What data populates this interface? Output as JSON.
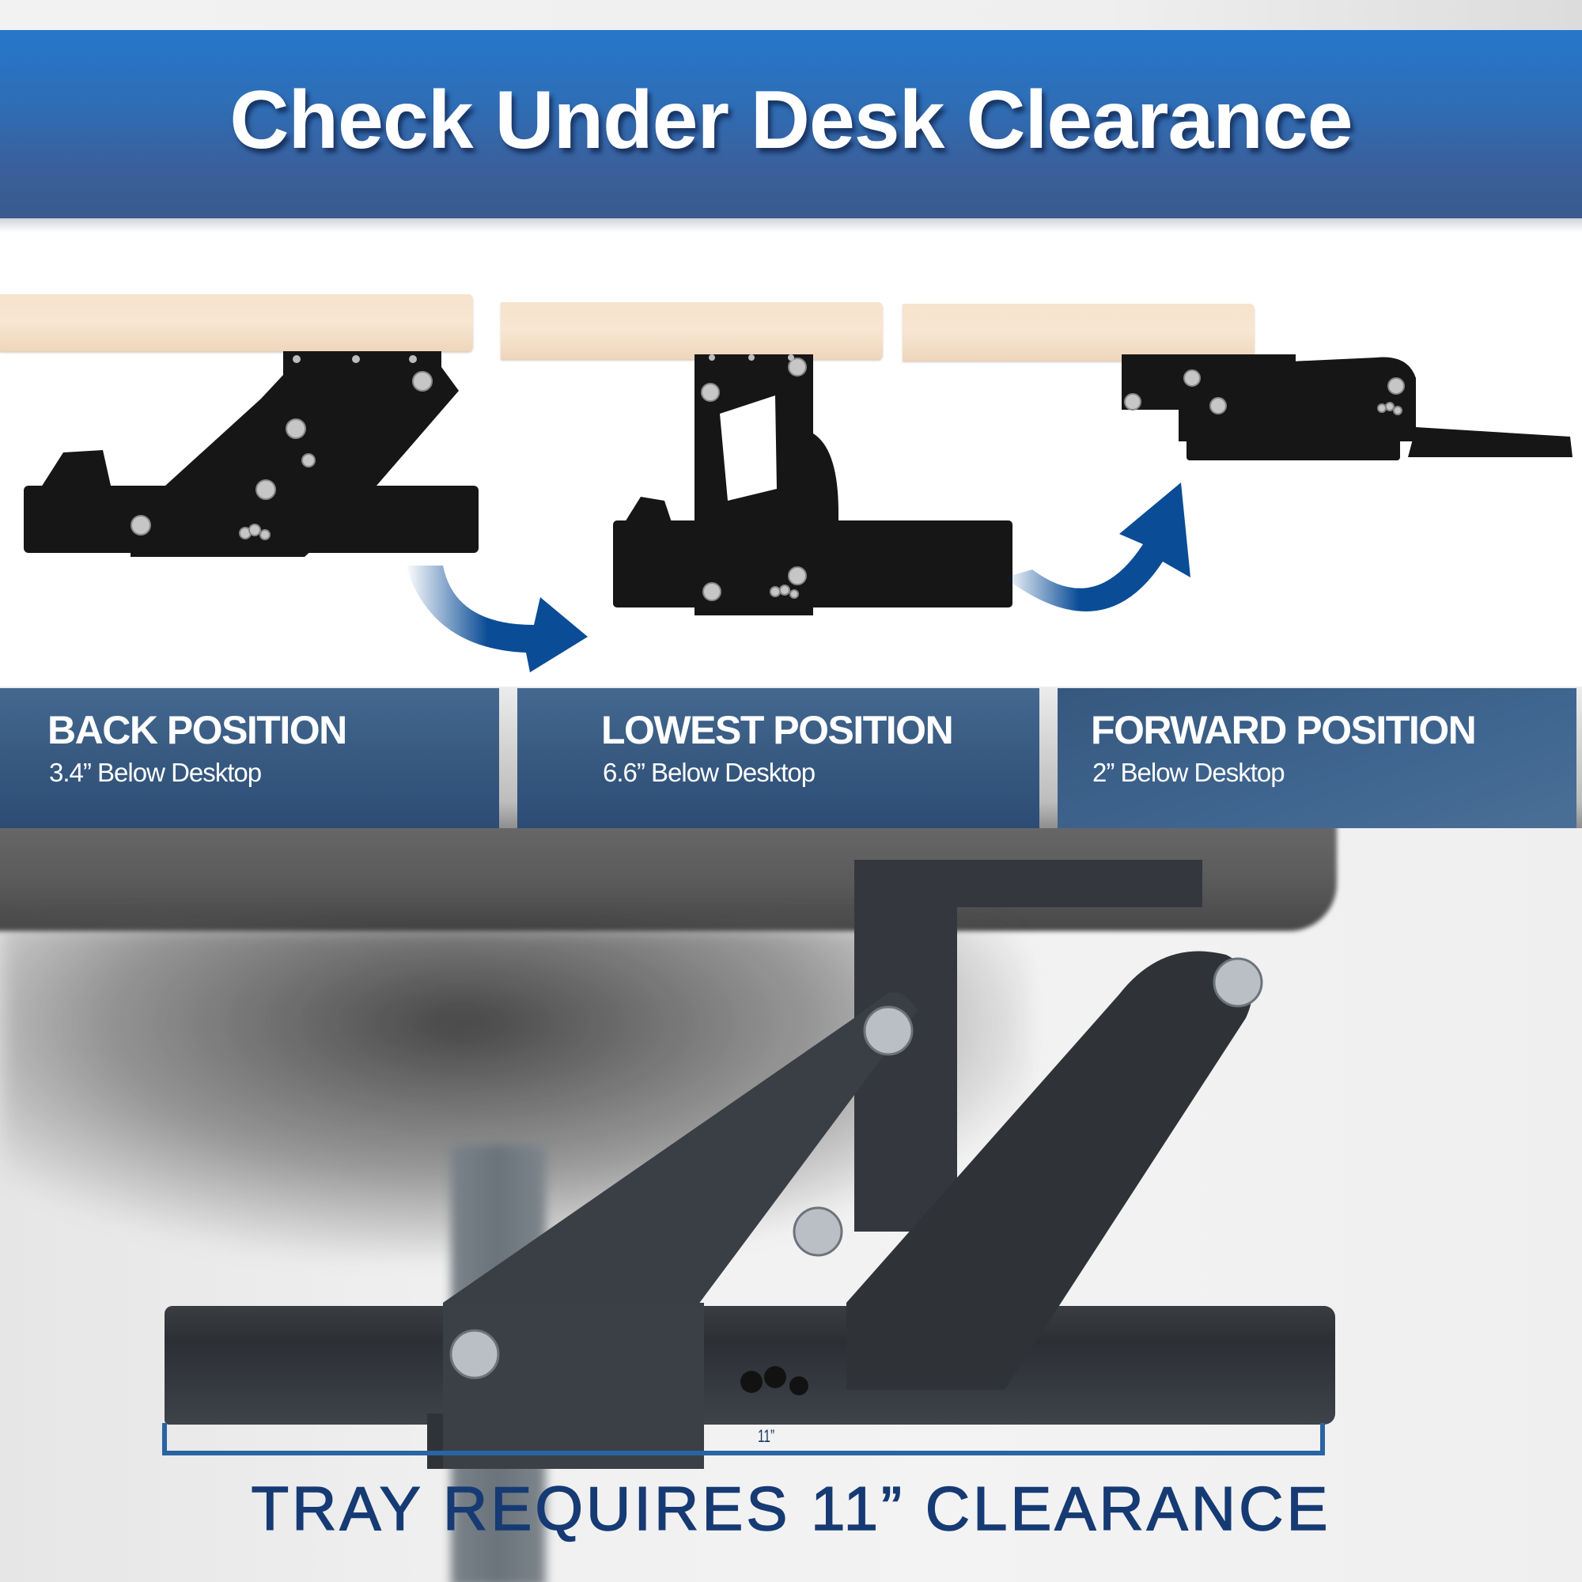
{
  "header": {
    "title": "Check Under Desk Clearance",
    "band_color": "#2d6fb9"
  },
  "illustrations": [
    {
      "name": "back-position-illustration",
      "description": "Keyboard tray mechanism angled back under desktop"
    },
    {
      "name": "lowest-position-illustration",
      "description": "Keyboard tray mechanism fully extended downward"
    },
    {
      "name": "forward-position-illustration",
      "description": "Keyboard tray mechanism folded forward close to desktop"
    }
  ],
  "arrows": [
    {
      "name": "arrow-back-to-lowest",
      "color": "#0a4c96"
    },
    {
      "name": "arrow-lowest-to-forward",
      "color": "#0a4c96"
    }
  ],
  "positions": [
    {
      "title": "BACK POSITION",
      "subtitle": "3.4” Below Desktop"
    },
    {
      "title": "LOWEST POSITION",
      "subtitle": "6.6” Below Desktop"
    },
    {
      "title": "FORWARD POSITION",
      "subtitle": "2” Below Desktop"
    }
  ],
  "panel_color": "#36587f",
  "photo": {
    "dimension_label": "11”",
    "dimension_line_color": "#2a64a3"
  },
  "footer": {
    "text": "TRAY REQUIRES 11” CLEARANCE",
    "color": "#163a73"
  }
}
